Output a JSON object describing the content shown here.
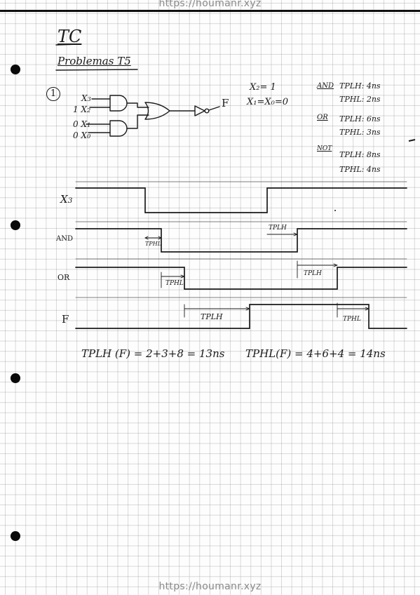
{
  "watermark": {
    "top": "https://houmanr.xyz",
    "bottom": "https://houmanr.xyz"
  },
  "header": {
    "title": "TC",
    "subtitle": "Problemas T5"
  },
  "problem": {
    "number": "1",
    "inputs": [
      "X",
      "1 X",
      "0 X",
      "0 X"
    ],
    "input_subs": [
      "3",
      "2",
      "1",
      "0"
    ],
    "output": "F",
    "conditions": [
      "X₂= 1",
      "X₁=X₀=0"
    ]
  },
  "delays": {
    "and_label": "AND",
    "and_lh": "TPLH: 4ns",
    "and_hl": "TPHL: 2ns",
    "or_label": "OR",
    "or_lh": "TPLH: 6ns",
    "or_hl": "TPHL: 3ns",
    "not_label": "NOT",
    "not_lh": "TPLH: 8ns",
    "not_hl": "TPHL: 4ns"
  },
  "timing": {
    "signals": [
      "X",
      "AND",
      "OR",
      "F"
    ],
    "x3_sub": "3",
    "annotations": {
      "and_hl": "TPHL",
      "and_lh": "TPLH",
      "or_hl": "TPHL",
      "or_lh": "TPLH",
      "not_lh": "TPLH",
      "not_hl": "TPHL"
    }
  },
  "results": {
    "tplh": "TPLH (F) = 2+3+8 = 13ns",
    "tphl": "TPHL(F) = 4+6+4 = 14ns"
  }
}
